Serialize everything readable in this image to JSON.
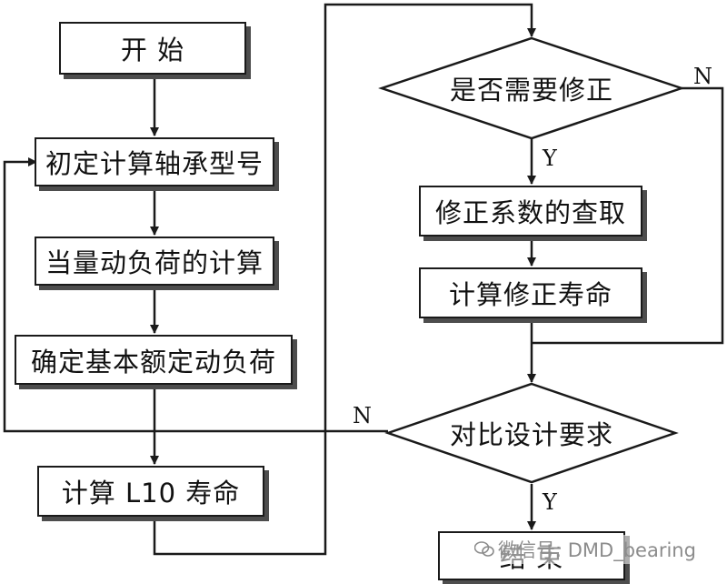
{
  "steps": {
    "start": "开  始",
    "initial_bearing": "初定计算轴承型号",
    "equivalent_load": "当量动负荷的计算",
    "basic_rating": "确定基本额定动负荷",
    "l10_life": "计算 L10 寿命",
    "correction_factor": "修正系数的查取",
    "corrected_life": "计算修正寿命",
    "end": "结  束"
  },
  "decisions": {
    "need_correction": "是否需要修正",
    "compare_requirement": "对比设计要求"
  },
  "branch_labels": {
    "correction_no": "N",
    "correction_yes": "Y",
    "compare_no": "N",
    "compare_yes": "Y"
  },
  "watermark": {
    "text": "微信号: DMD_bearing",
    "icon": "wechat-icon"
  }
}
